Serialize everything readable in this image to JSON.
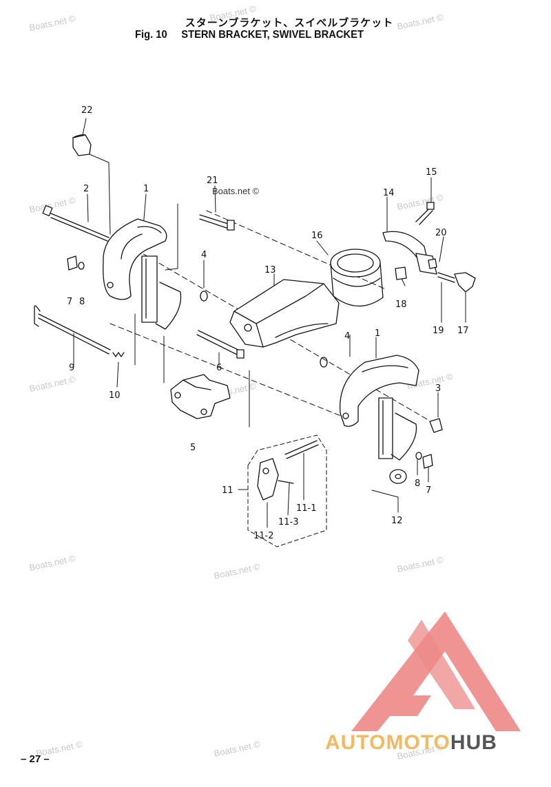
{
  "header": {
    "title_jp": "スターンブラケット、スイベルブラケット",
    "fig_label": "Fig. 10",
    "title_en": "STERN BRACKET, SWIVEL BRACKET"
  },
  "watermark": {
    "text": "Boats.net ©",
    "inline_text": "Boats.net ©"
  },
  "callouts": {
    "c1a": "1",
    "c1b": "1",
    "c2": "2",
    "c3": "3",
    "c4a": "4",
    "c4b": "4",
    "c5": "5",
    "c6": "6",
    "c7a": "7",
    "c7b": "7",
    "c8a": "8",
    "c8b": "8",
    "c9": "9",
    "c10": "10",
    "c11": "11",
    "c11_1": "11-1",
    "c11_2": "11-2",
    "c11_3": "11-3",
    "c12": "12",
    "c13": "13",
    "c14": "14",
    "c15": "15",
    "c16": "16",
    "c17": "17",
    "c18": "18",
    "c19": "19",
    "c20": "20",
    "c21": "21",
    "c22": "22"
  },
  "footer": {
    "page_number": "– 27 –"
  },
  "logo": {
    "part1": "AUTOMOTO",
    "part2": "HUB",
    "colors": {
      "triangle": "#ee8a8a",
      "orange": "#f4b860",
      "gray": "#555555"
    }
  }
}
